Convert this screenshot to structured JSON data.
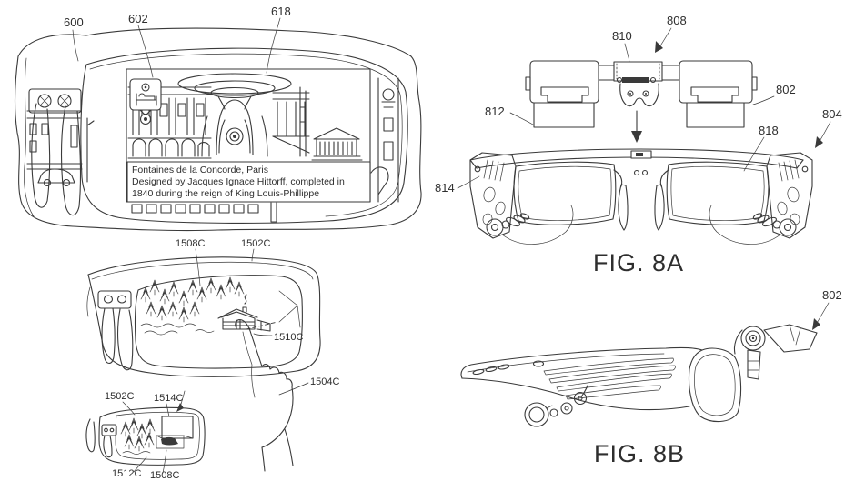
{
  "sheet": {
    "background": "#ffffff",
    "line_color": "#3a3a3a",
    "separator_color": "#cfcfcf"
  },
  "fig_hud": {
    "ref_frame": "600",
    "ref_icon": "602",
    "ref_fountain": "618",
    "caption_line1": "Fontaines de la Concorde, Paris",
    "caption_line2": "Designed by Jacques Ignace Hittorff, completed in",
    "caption_line3": "1840 during the reign of King Louis-Phillippe"
  },
  "fig_forest": {
    "large": {
      "ref_scene": "1508C",
      "ref_frame": "1502C",
      "ref_facet": "1510C",
      "ref_hand": "1504C"
    },
    "small": {
      "ref_frame": "1502C",
      "ref_callout": "1514C",
      "ref_lens": "1512C",
      "ref_content": "1508C"
    }
  },
  "fig_8a": {
    "caption": "FIG. 8A",
    "ref_module": "808",
    "ref_bridge_clip": "810",
    "ref_left_unit": "812",
    "ref_right_unit": "802",
    "ref_frame": "804",
    "ref_lens": "818",
    "ref_temple": "814"
  },
  "fig_8b": {
    "caption": "FIG. 8B",
    "ref_unit": "802"
  }
}
